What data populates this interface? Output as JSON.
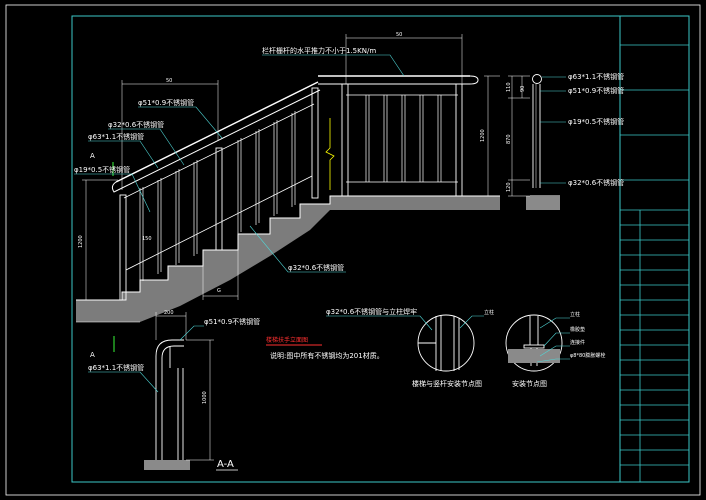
{
  "colors": {
    "background": "#000000",
    "line": "#ffffff",
    "frame_inner": "#3cc8c8",
    "leader": "#50d8d8",
    "leader_green": "#2fd02f",
    "note_red": "#ff3030",
    "fill_gray": "#8a8a8a"
  },
  "elevation": {
    "top_note": "栏杆栅杆的水平推力不小于1.5KN/m",
    "dim_top_right": "50",
    "dim_top_left": "50",
    "dim_height_mid": "1200",
    "dim_height_left": "1200",
    "dim_small": "150",
    "dim_stair": "G",
    "section_mark_top": "A",
    "labels": {
      "p51_top": "φ51*0.9不锈钢管",
      "p32_upper": "φ32*0.6不锈钢管",
      "p63_upper": "φ63*1.1不锈钢管",
      "p19_left": "φ19*0.5不锈钢管",
      "p32_lower": "φ32*0.6不锈钢管"
    }
  },
  "side_view": {
    "dim_a": "110",
    "dim_b": "90",
    "dim_c": "870",
    "dim_d": "120",
    "labels": {
      "p63": "φ63*1.1不锈钢管",
      "p51": "φ51*0.9不锈钢管",
      "p19": "φ19*0.5不锈钢管",
      "p32": "φ32*0.6不锈钢管"
    }
  },
  "section_aa": {
    "mark": "A",
    "title": "A-A",
    "dim_top": "200",
    "dim_height": "1000",
    "labels": {
      "p51": "φ51*0.9不锈钢管",
      "p63": "φ63*1.1不锈钢管"
    }
  },
  "notes": {
    "title": "楼梯扶手立面图",
    "text": "说明:图中所有不锈钢均为201材质。"
  },
  "details": {
    "left_label": "φ32*0.6不锈钢管与立柱焊牢",
    "left_tag": "立柱",
    "left_title": "楼梯与竖杆安装节点图",
    "right_title": "安装节点图",
    "right_labels": {
      "a": "立柱",
      "b": "橡胶垫",
      "c": "连接件",
      "d": "φ8*80膨胀螺栓"
    }
  }
}
